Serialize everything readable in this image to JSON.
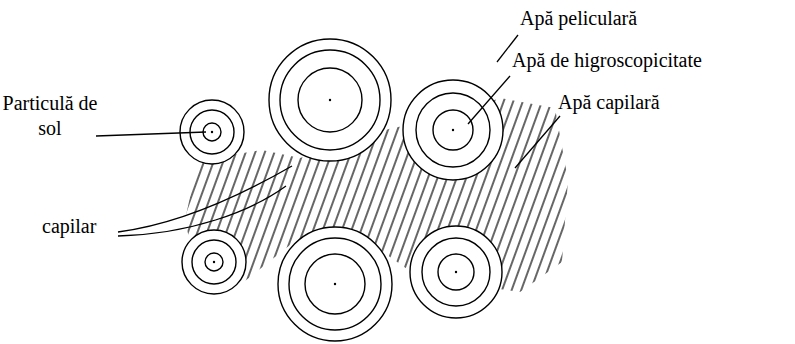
{
  "diagram": {
    "labels": [
      "Apă peliculară",
      "Particulă de sol",
      "Apă de higroscopicitate",
      "Apă capilară",
      "capilar"
    ]
  }
}
